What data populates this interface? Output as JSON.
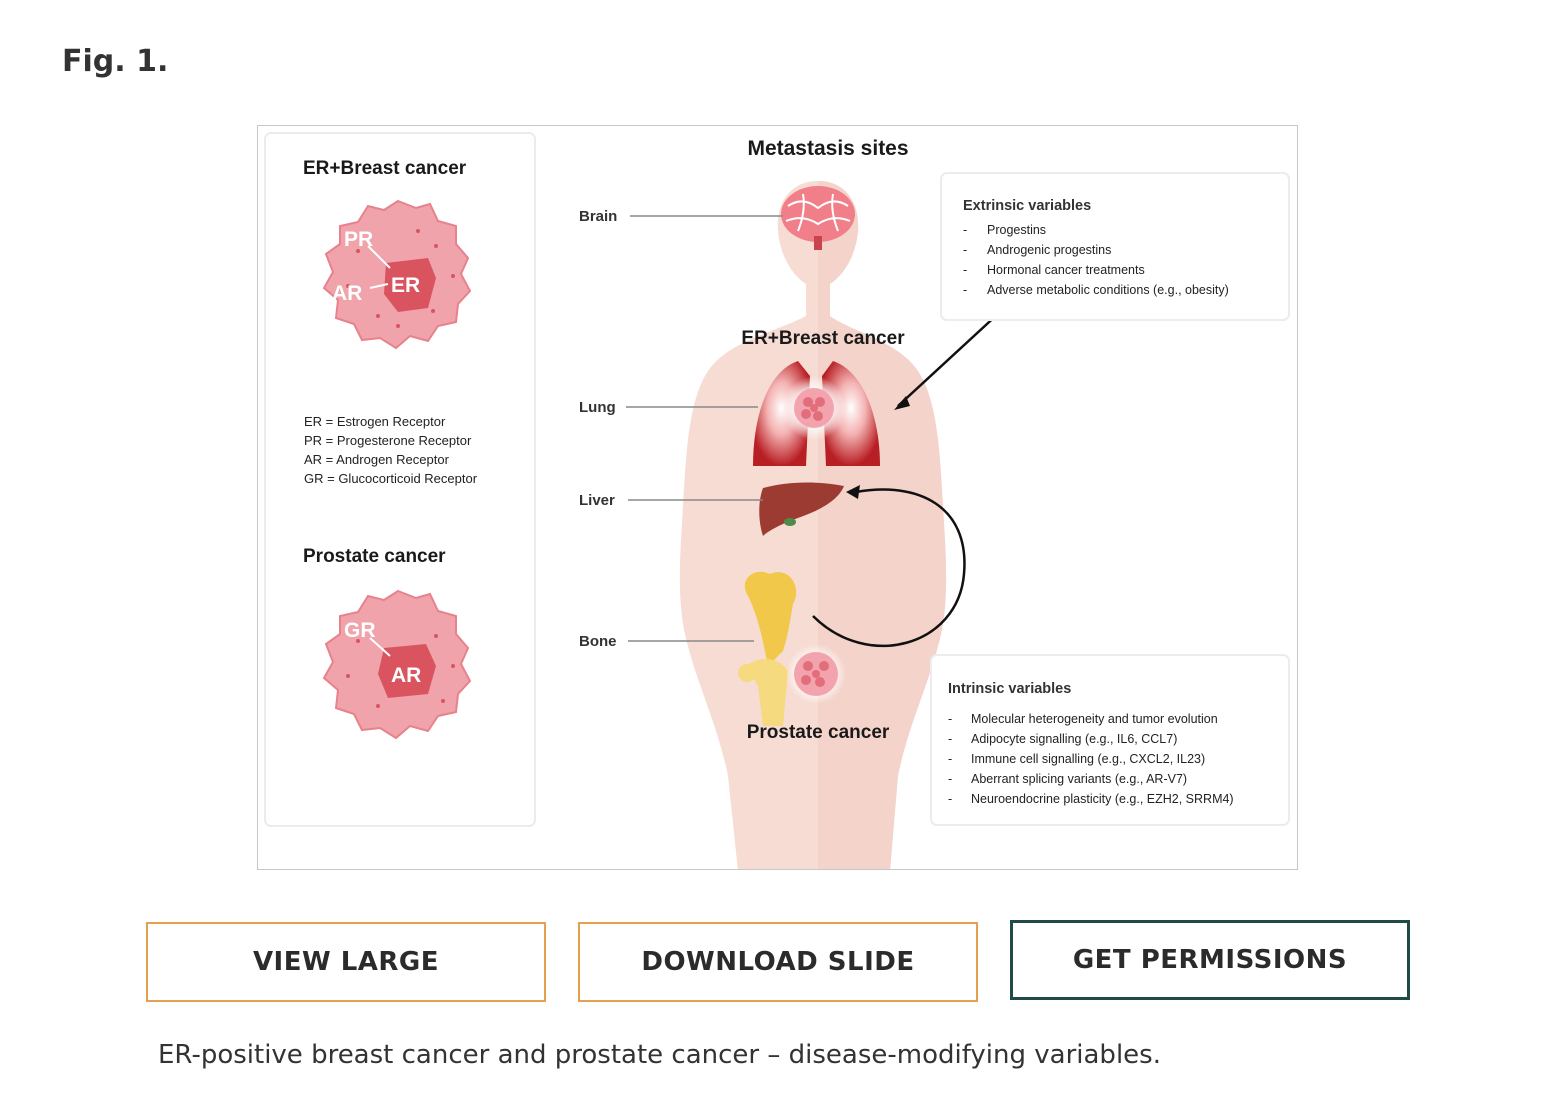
{
  "figure": {
    "label": "Fig. 1.",
    "caption": "ER-positive breast cancer and prostate cancer – disease-modifying variables."
  },
  "buttons": {
    "view_large": "VIEW LARGE",
    "download_slide": "DOWNLOAD SLIDE",
    "get_permissions": "GET PERMISSIONS"
  },
  "diagram": {
    "left_panel": {
      "breast_title": "ER+Breast cancer",
      "breast_cell": {
        "pr": "PR",
        "ar": "AR",
        "er": "ER"
      },
      "legend": [
        "ER = Estrogen Receptor",
        "PR = Progesterone Receptor",
        "AR = Androgen Receptor",
        "GR = Glucocorticoid Receptor"
      ],
      "prostate_title": "Prostate cancer",
      "prostate_cell": {
        "gr": "GR",
        "ar": "AR"
      }
    },
    "center": {
      "title": "Metastasis sites",
      "sites": {
        "brain": "Brain",
        "lung": "Lung",
        "liver": "Liver",
        "bone": "Bone"
      },
      "breast_label": "ER+Breast cancer",
      "prostate_label": "Prostate cancer"
    },
    "extrinsic": {
      "title": "Extrinsic variables",
      "items": [
        "Progestins",
        "Androgenic progestins",
        "Hormonal cancer treatments",
        "Adverse metabolic conditions (e.g., obesity)"
      ]
    },
    "intrinsic": {
      "title": "Intrinsic variables",
      "items": [
        "Molecular heterogeneity and tumor evolution",
        "Adipocyte signalling (e.g., IL6, CCL7)",
        "Immune cell signalling (e.g., CXCL2, IL23)",
        "Aberrant splicing variants (e.g., AR-V7)",
        "Neuroendocrine plasticity (e.g., EZH2, SRRM4)"
      ]
    },
    "colors": {
      "cell": "#f0a0a8",
      "cell_dark": "#d9545f",
      "lung": "#c4262b",
      "liver": "#9c3b32",
      "bone": "#f2c84b",
      "body": "#f7d9d0"
    }
  }
}
